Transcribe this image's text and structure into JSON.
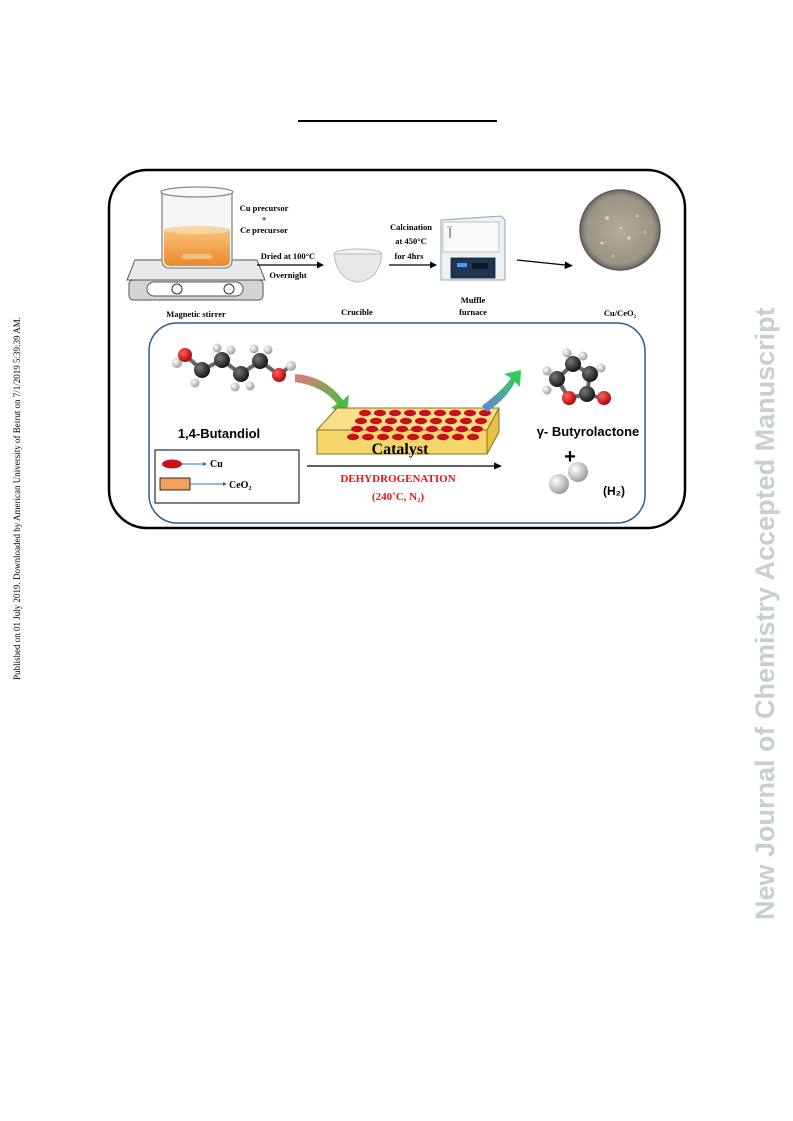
{
  "margin_left_text": "Published on 01 July 2019. Downloaded by American University of Beirut on 7/1/2019 5:39:39 AM.",
  "margin_right_text": "New Journal of Chemistry Accepted Manuscript",
  "figure": {
    "precursor_line1": "Cu precursor",
    "precursor_plus": "+",
    "precursor_line2": "Ce precursor",
    "dried_line1": "Dried at 100°C",
    "dried_line2": "Overnight",
    "calc_line1": "Calcination",
    "calc_line2": "at 450°C",
    "calc_line3": "for 4hrs",
    "magnetic_stirrer": "Magnetic stirrer",
    "crucible": "Crucible",
    "muffle_line1": "Muffle",
    "muffle_line2": "furnace",
    "product": "Cu/CeO₂",
    "reactant": "1,4-Butandiol",
    "catalyst": "Catalyst",
    "product_name": "γ- Butyrolactone",
    "plus": "+",
    "h2": "(H₂)",
    "legend_cu": "Cu",
    "legend_ceo2": "CeO₂",
    "reaction_line1": "DEHYDROGENATION",
    "reaction_line2": "(240˚C, N₂)"
  },
  "colors": {
    "reaction_red": "#e8141c",
    "catalyst_yellow": "#f5d66a",
    "catalyst_ball": "#c8101c",
    "ceo2_orange": "#f2a15a",
    "legend_arrow": "#2d6fb8",
    "inner_border": "#2c5f8f"
  }
}
